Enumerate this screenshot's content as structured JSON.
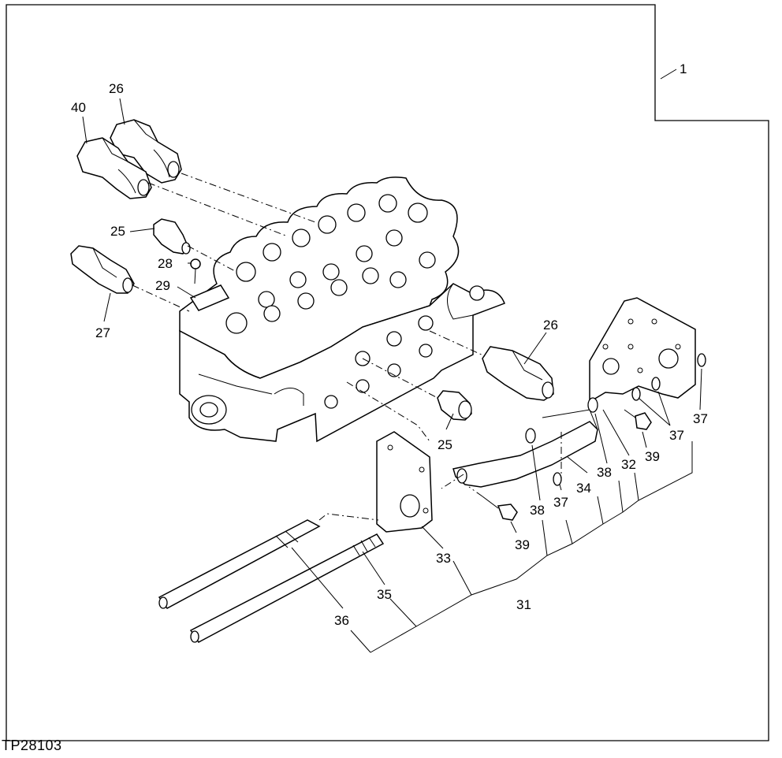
{
  "figure_id": "TP28103",
  "callouts": [
    {
      "key": "c1",
      "text": "1"
    },
    {
      "key": "c26a",
      "text": "26"
    },
    {
      "key": "c40",
      "text": "40"
    },
    {
      "key": "c25a",
      "text": "25"
    },
    {
      "key": "c28",
      "text": "28"
    },
    {
      "key": "c29",
      "text": "29"
    },
    {
      "key": "c27",
      "text": "27"
    },
    {
      "key": "c26b",
      "text": "26"
    },
    {
      "key": "c25b",
      "text": "25"
    },
    {
      "key": "c37a",
      "text": "37"
    },
    {
      "key": "c37b",
      "text": "37"
    },
    {
      "key": "c39a",
      "text": "39"
    },
    {
      "key": "c32",
      "text": "32"
    },
    {
      "key": "c38a",
      "text": "38"
    },
    {
      "key": "c34",
      "text": "34"
    },
    {
      "key": "c37c",
      "text": "37"
    },
    {
      "key": "c38b",
      "text": "38"
    },
    {
      "key": "c39b",
      "text": "39"
    },
    {
      "key": "c33",
      "text": "33"
    },
    {
      "key": "c35",
      "text": "35"
    },
    {
      "key": "c31",
      "text": "31"
    },
    {
      "key": "c36",
      "text": "36"
    }
  ]
}
